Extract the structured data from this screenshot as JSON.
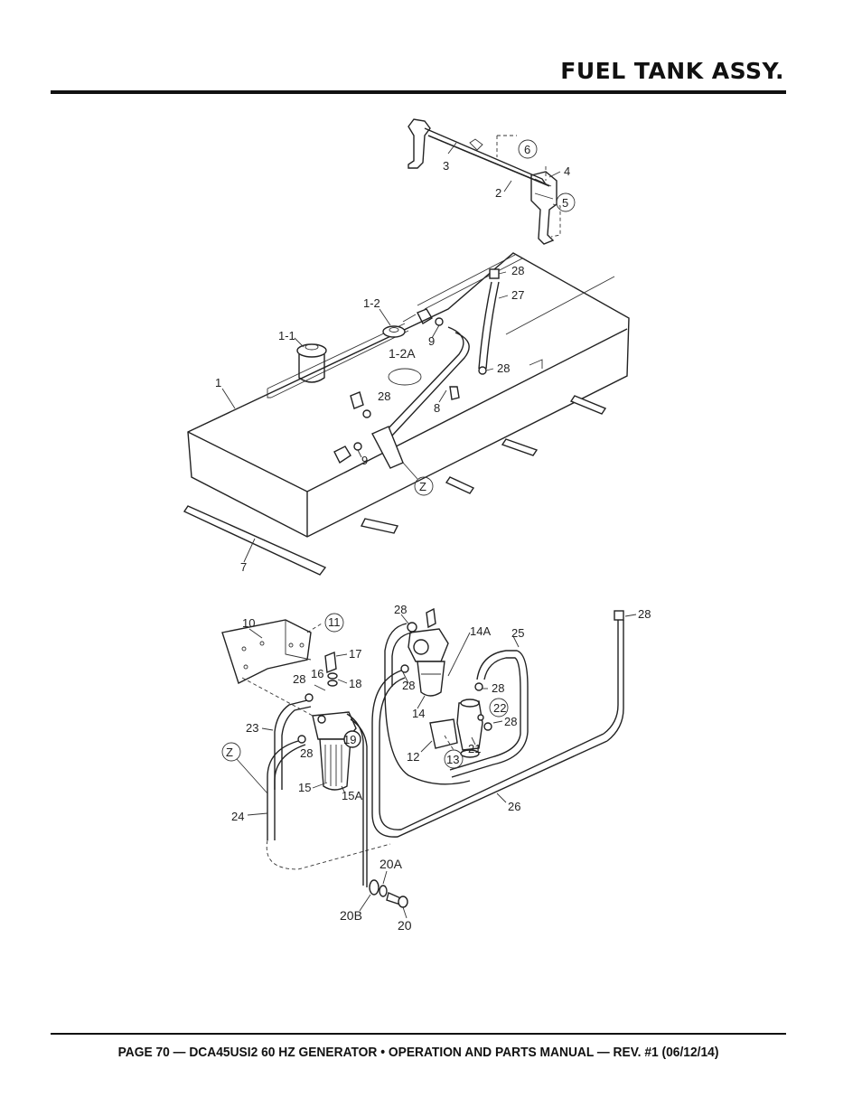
{
  "header": {
    "title": "FUEL TANK ASSY."
  },
  "footer": {
    "text": "PAGE 70 — DCA45USI2 60 HZ GENERATOR • OPERATION AND PARTS MANUAL — REV. #1 (06/12/14)"
  },
  "callouts": {
    "c6": "6",
    "c3": "3",
    "c4": "4",
    "c2": "2",
    "c5": "5",
    "c28a": "28",
    "c27": "27",
    "c1_2": "1-2",
    "c1_1": "1-1",
    "c9a": "9",
    "c1_2A": "1-2A",
    "c28b": "28",
    "c1": "1",
    "c28c": "28",
    "c8": "8",
    "c9b": "9",
    "cZa": "Z",
    "c7": "7",
    "c10": "10",
    "c11": "11",
    "c28d": "28",
    "c14A": "14A",
    "c25": "25",
    "c28e": "28",
    "c17": "17",
    "c16": "16",
    "c28f": "28",
    "c18": "18",
    "c28g": "28",
    "c14": "14",
    "c22": "22",
    "c28h": "28",
    "c23": "23",
    "c19": "19",
    "c28i": "28",
    "c12": "12",
    "c13": "13",
    "c21": "21",
    "cZb": "Z",
    "c15": "15",
    "c15A": "15A",
    "c26": "26",
    "c24": "24",
    "c20A": "20A",
    "c20B": "20B",
    "c20": "20",
    "c28j": "28"
  }
}
